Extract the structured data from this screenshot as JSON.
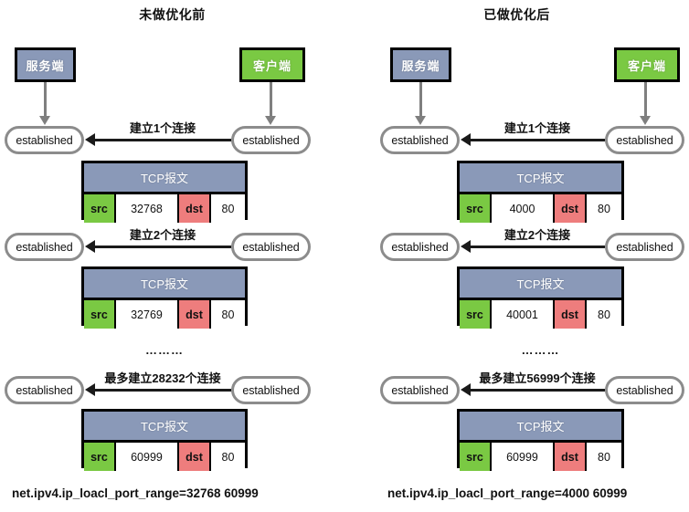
{
  "panels": [
    {
      "id": "before",
      "title": "未做优化前",
      "server_label": "服务端",
      "client_label": "客户端",
      "state_label": "established",
      "packet_title": "TCP报文",
      "src_label": "src",
      "dst_label": "dst",
      "dots": "………",
      "rows": [
        {
          "arrow_label": "建立1个连接",
          "src_port": "32768",
          "dst_port": "80"
        },
        {
          "arrow_label": "建立2个连接",
          "src_port": "32769",
          "dst_port": "80"
        },
        {
          "arrow_label": "最多建立28232个连接",
          "src_port": "60999",
          "dst_port": "80"
        }
      ],
      "caption": "net.ipv4.ip_loacl_port_range=32768  60999"
    },
    {
      "id": "after",
      "title": "已做优化后",
      "server_label": "服务端",
      "client_label": "客户端",
      "state_label": "established",
      "packet_title": "TCP报文",
      "src_label": "src",
      "dst_label": "dst",
      "dots": "………",
      "rows": [
        {
          "arrow_label": "建立1个连接",
          "src_port": "4000",
          "dst_port": "80"
        },
        {
          "arrow_label": "建立2个连接",
          "src_port": "40001",
          "dst_port": "80"
        },
        {
          "arrow_label": "最多建立56999个连接",
          "src_port": "60999",
          "dst_port": "80"
        }
      ],
      "caption": "net.ipv4.ip_loacl_port_range=4000  60999"
    }
  ],
  "colors": {
    "server_fill": "#8a99b8",
    "client_fill": "#7ac943",
    "src_fill": "#7ac943",
    "dst_fill": "#ee7d7d",
    "header_fill": "#8a99b8",
    "oval_border": "#8c8c8c",
    "connector": "#7f7f7f",
    "arrow": "#1a1a1a"
  }
}
